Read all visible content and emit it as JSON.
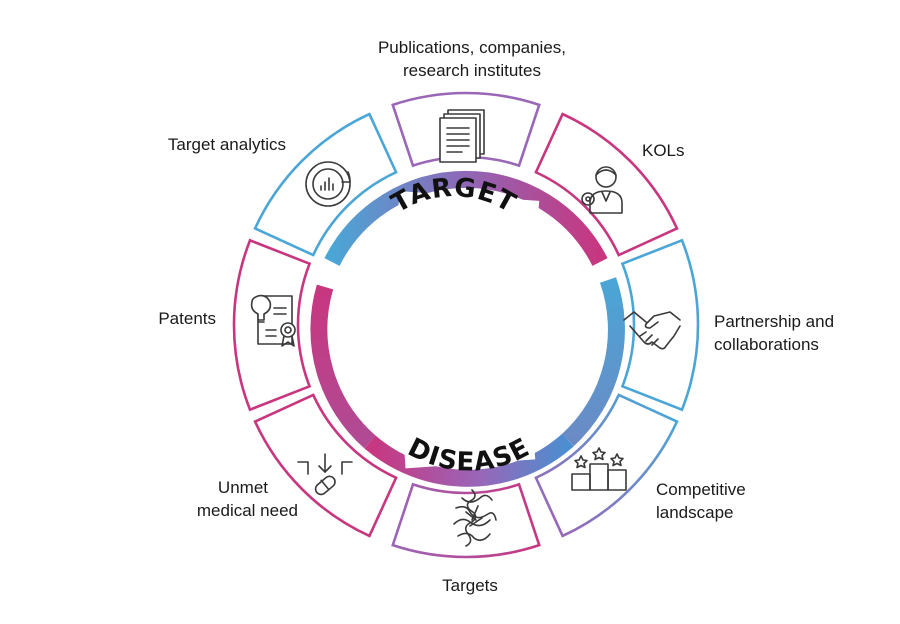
{
  "center_words": {
    "top": "TARGET",
    "bottom": "DISEASE"
  },
  "segments": [
    {
      "id": "publications",
      "lines": [
        "Publications, companies,",
        "research institutes"
      ],
      "icon": "documents-icon"
    },
    {
      "id": "kols",
      "lines": [
        "KOLs"
      ],
      "icon": "person-gear-icon"
    },
    {
      "id": "partnership",
      "lines": [
        "Partnership and",
        "collaborations"
      ],
      "icon": "handshake-icon"
    },
    {
      "id": "competitive",
      "lines": [
        "Competitive",
        "landscape"
      ],
      "icon": "podium-stars-icon"
    },
    {
      "id": "targets",
      "lines": [
        "Targets"
      ],
      "icon": "protein-structure-icon"
    },
    {
      "id": "unmet",
      "lines": [
        "Unmet",
        "medical need"
      ],
      "icon": "pill-arrow-icon"
    },
    {
      "id": "patents",
      "lines": [
        "Patents"
      ],
      "icon": "certificate-bulb-icon"
    },
    {
      "id": "analytics",
      "lines": [
        "Target analytics"
      ],
      "icon": "analytics-chart-icon"
    }
  ],
  "colors": {
    "magenta": "#c8367f",
    "purple": "#9966b8",
    "blue": "#4aa6d6"
  }
}
